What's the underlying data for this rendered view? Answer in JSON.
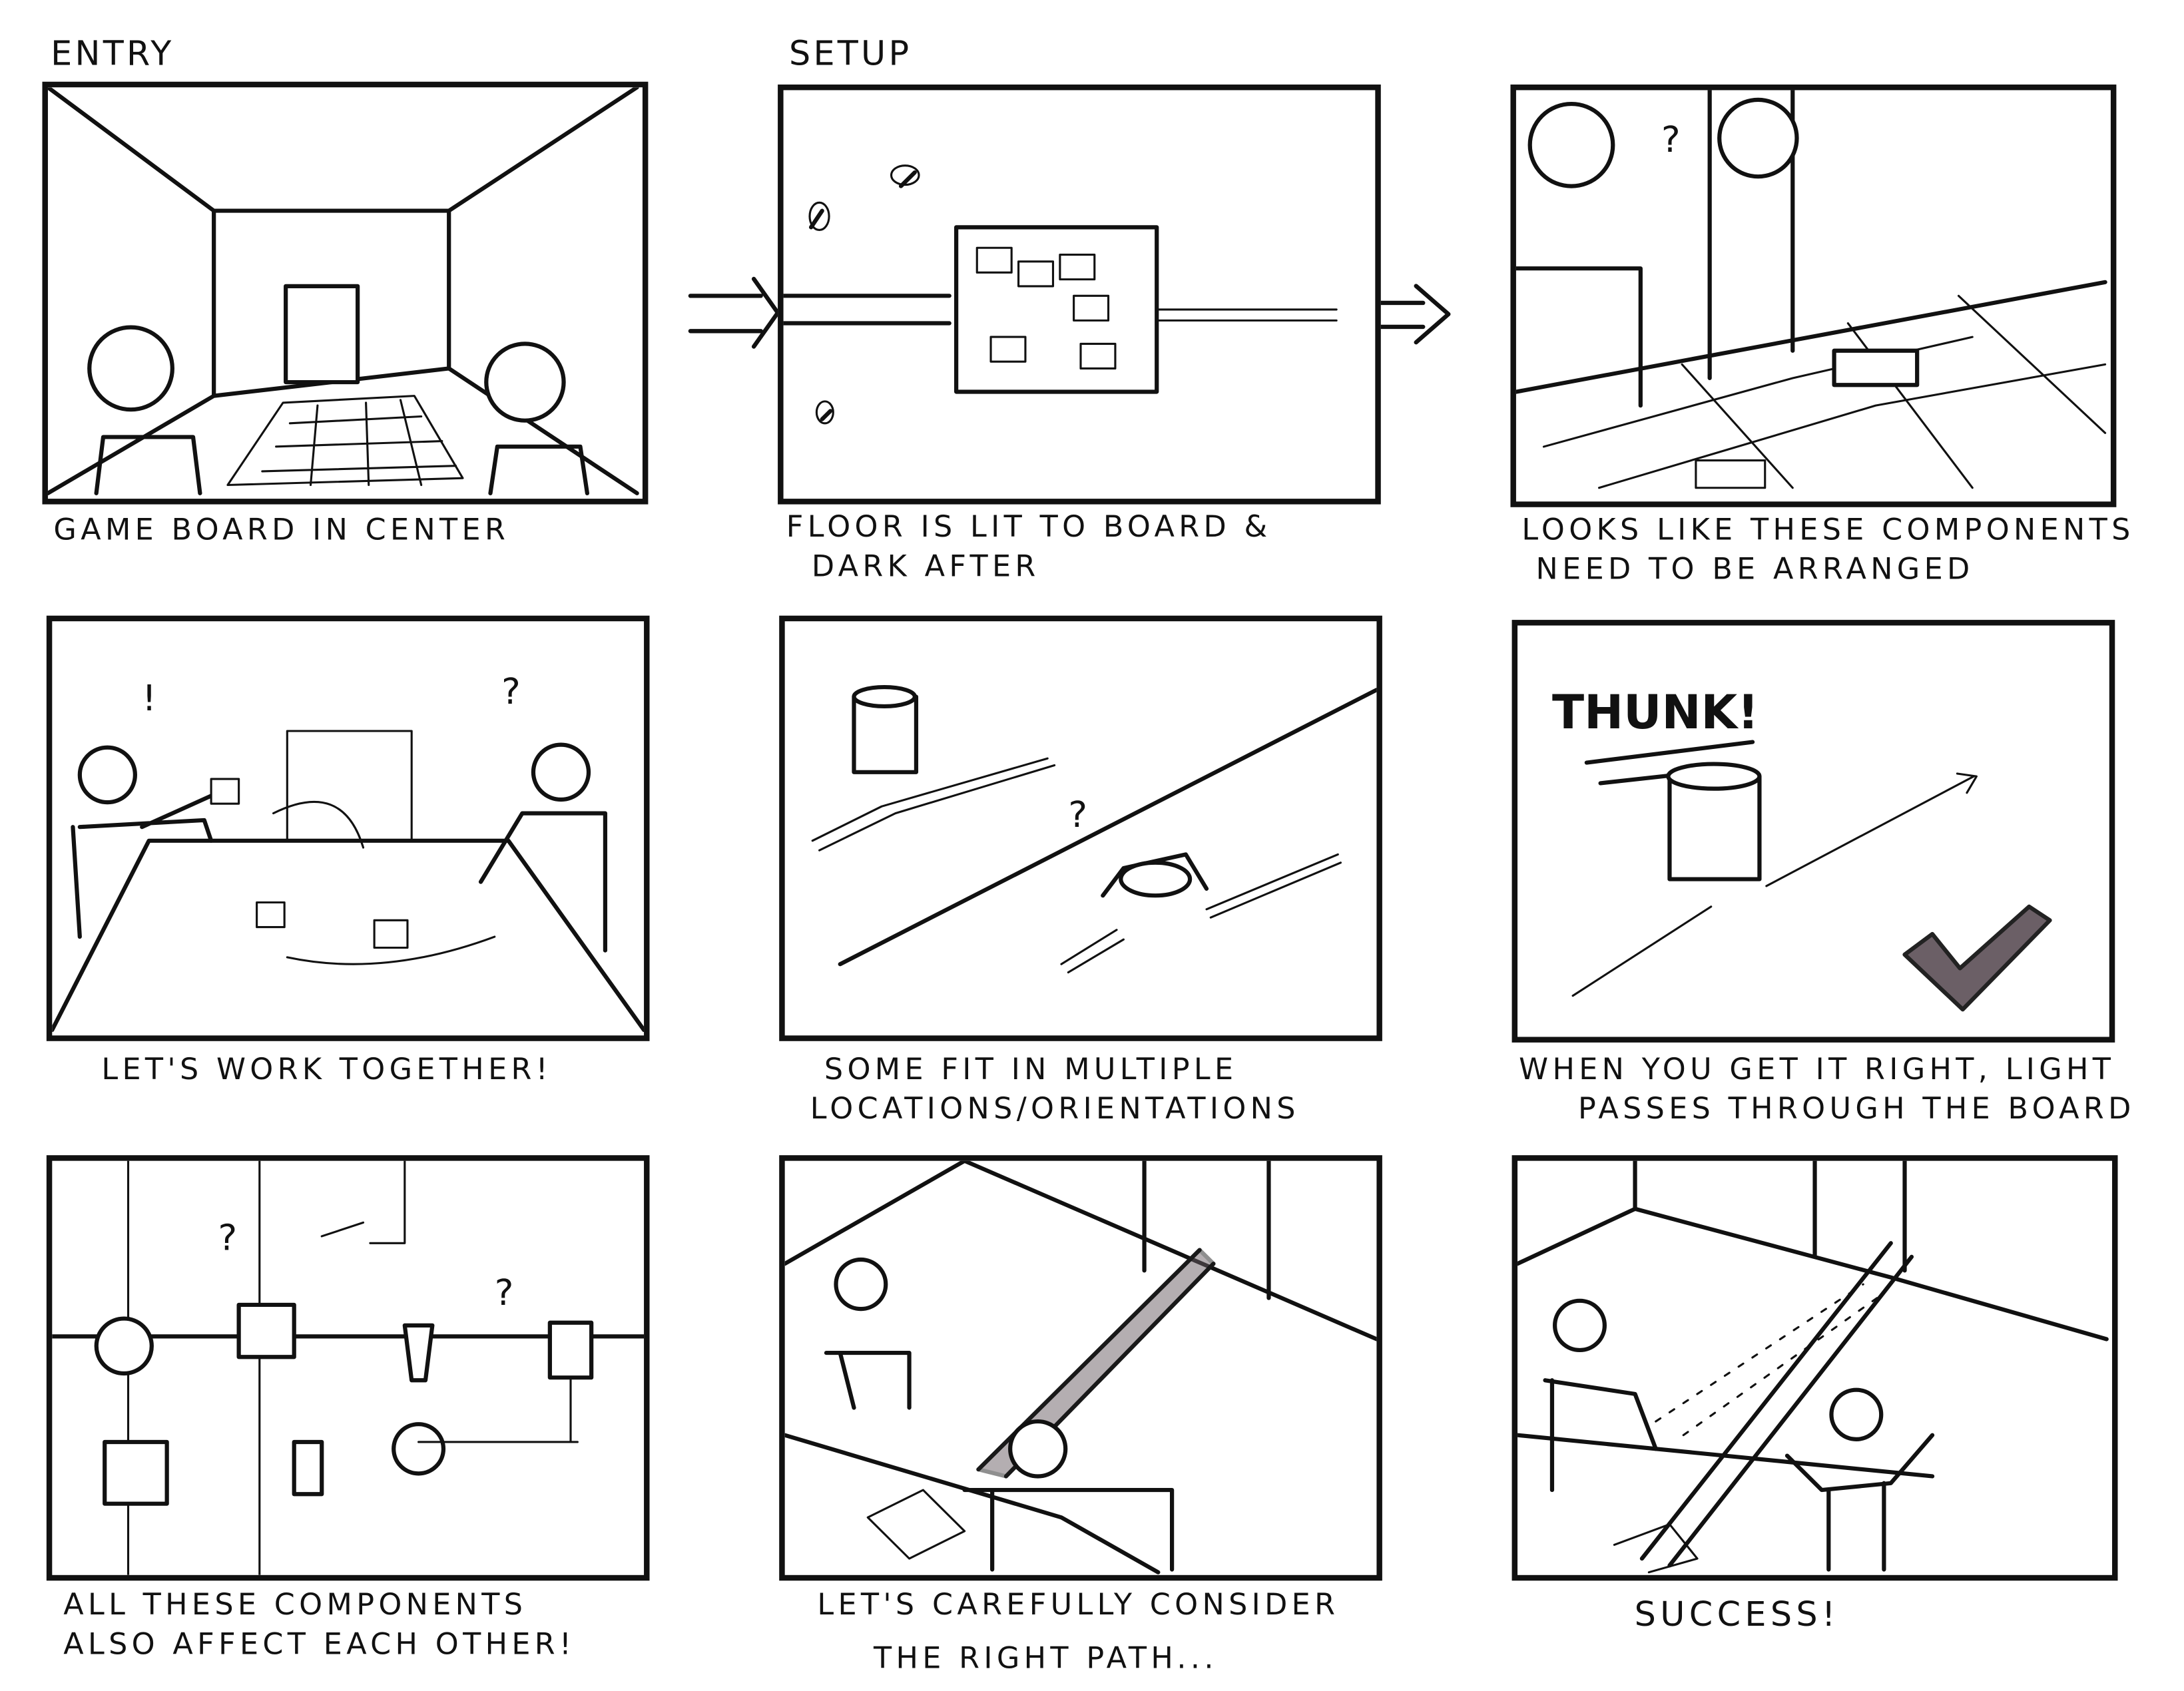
{
  "section_labels": {
    "entry": "Entry",
    "setup": "Setup"
  },
  "panels": [
    {
      "caption": [
        "Game board in center"
      ]
    },
    {
      "caption": [
        "Floor is lit to board &",
        "dark after"
      ]
    },
    {
      "caption": [
        "Looks like these components",
        "need to be arranged"
      ]
    },
    {
      "caption": [
        "Let's work together!"
      ]
    },
    {
      "caption": [
        "Some fit in multiple",
        "locations/orientations"
      ]
    },
    {
      "caption": [
        "When you get it right, light",
        "passes through the board"
      ]
    },
    {
      "caption": [
        "All these components",
        "also affect each other!"
      ]
    },
    {
      "caption": [
        "Let's carefully consider",
        "the right path..."
      ]
    },
    {
      "caption": [
        "Success!"
      ]
    }
  ],
  "annotations": {
    "thunk": "THUNK!",
    "question": "?",
    "exclaim": "!"
  },
  "colors": {
    "ink": "#111111",
    "marker_gray": "#6b5f66",
    "paper": "#ffffff"
  }
}
